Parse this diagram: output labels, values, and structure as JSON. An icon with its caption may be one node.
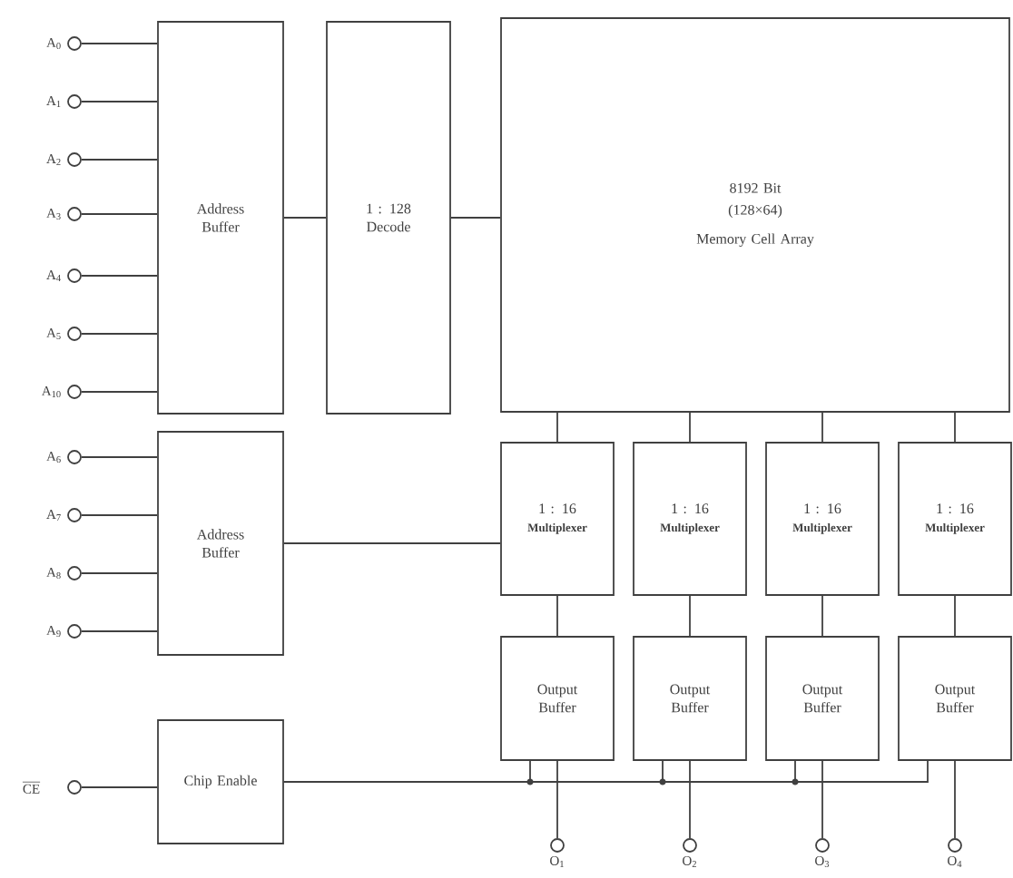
{
  "diagram": {
    "nodes": [
      {
        "text": [
          "Address Buffer"
        ]
      },
      {
        "text": [
          "1 : 128 Decode"
        ]
      },
      {
        "text": [
          "8192 Bit",
          "(128×64)",
          "Memory Cell Array"
        ]
      },
      {
        "text": [
          "Address Buffer"
        ]
      },
      {
        "text": [
          "1 : 16",
          "Multiplexer"
        ]
      },
      {
        "text": [
          "1 : 16",
          "Multiplexer"
        ]
      },
      {
        "text": [
          "1 : 16",
          "Multiplexer"
        ]
      },
      {
        "text": [
          "1 : 16",
          "Multiplexer"
        ]
      },
      {
        "text": [
          "Output Buffer"
        ]
      },
      {
        "text": [
          "Output Buffer"
        ]
      },
      {
        "text": [
          "Output Buffer"
        ]
      },
      {
        "text": [
          "Output Buffer"
        ]
      },
      {
        "text": [
          "Chip Enable"
        ]
      },
      {
        "text": [],
        "shape": "circle",
        "beside": [
          "A$_{0}$"
        ]
      },
      {
        "text": [],
        "shape": "circle",
        "beside": [
          "A$_{1}$"
        ]
      },
      {
        "text": [],
        "shape": "circle",
        "beside": [
          "A$_{2}$"
        ]
      },
      {
        "text": [],
        "shape": "circle",
        "beside": [
          "A$_{3}$"
        ]
      },
      {
        "text": [],
        "shape": "circle",
        "beside": [
          "A$_{4}$"
        ]
      },
      {
        "text": [],
        "shape": "circle",
        "beside": [
          "A$_{5}$"
        ]
      },
      {
        "text": [],
        "shape": "circle",
        "beside": [
          "A$_{10}$"
        ]
      },
      {
        "text": [],
        "shape": "circle",
        "beside": [
          "A$_{6}$"
        ]
      },
      {
        "text": [],
        "shape": "circle",
        "beside": [
          "A$_{7}$"
        ]
      },
      {
        "text": [],
        "shape": "circle",
        "beside": [
          "A$_{8}$"
        ]
      },
      {
        "text": [],
        "shape": "circle",
        "beside": [
          "A$_{9}$"
        ]
      },
      {
        "text": [],
        "shape": "circle",
        "beside": [
          "CE"
        ]
      },
      {
        "text": [],
        "shape": "circle",
        "beside": [
          "O$_{1}$"
        ]
      },
      {
        "text": [],
        "shape": "circle",
        "beside": [
          "O$_{2}$"
        ]
      },
      {
        "text": [],
        "shape": "circle",
        "beside": [
          "O$_{3}$"
        ]
      },
      {
        "text": [],
        "shape": "circle",
        "beside": [
          "O$_{4}$"
        ]
      }
    ],
    "edges": [
      {
        "from": 13,
        "to": 0,
        "arrow": "none"
      },
      {
        "from": 14,
        "to": 0,
        "arrow": "none"
      },
      {
        "from": 15,
        "to": 0,
        "arrow": "none"
      },
      {
        "from": 16,
        "to": 0,
        "arrow": "none"
      },
      {
        "from": 17,
        "to": 0,
        "arrow": "none"
      },
      {
        "from": 18,
        "to": 0,
        "arrow": "none"
      },
      {
        "from": 19,
        "to": 0,
        "arrow": "none"
      },
      {
        "from": 0,
        "to": 1,
        "arrow": "none"
      },
      {
        "from": 1,
        "to": 2,
        "arrow": "none"
      },
      {
        "from": 20,
        "to": 3,
        "arrow": "none"
      },
      {
        "from": 21,
        "to": 3,
        "arrow": "none"
      },
      {
        "from": 22,
        "to": 3,
        "arrow": "none"
      },
      {
        "from": 23,
        "to": 3,
        "arrow": "none"
      },
      {
        "from": 3,
        "to": 4,
        "arrow": "none"
      },
      {
        "from": 2,
        "to": 4,
        "arrow": "none"
      },
      {
        "from": 2,
        "to": 5,
        "arrow": "none"
      },
      {
        "from": 2,
        "to": 6,
        "arrow": "none"
      },
      {
        "from": 2,
        "to": 7,
        "arrow": "none"
      },
      {
        "from": 4,
        "to": 8,
        "arrow": "none"
      },
      {
        "from": 5,
        "to": 9,
        "arrow": "none"
      },
      {
        "from": 6,
        "to": 10,
        "arrow": "none"
      },
      {
        "from": 7,
        "to": 11,
        "arrow": "none"
      },
      {
        "from": 8,
        "to": 25,
        "arrow": "none"
      },
      {
        "from": 9,
        "to": 26,
        "arrow": "none"
      },
      {
        "from": 10,
        "to": 27,
        "arrow": "none"
      },
      {
        "from": 11,
        "to": 28,
        "arrow": "none"
      },
      {
        "from": 24,
        "to": 12,
        "arrow": "none"
      },
      {
        "from": 12,
        "to": 8,
        "arrow": "none"
      },
      {
        "from": 12,
        "to": 9,
        "arrow": "none"
      },
      {
        "from": 12,
        "to": 10,
        "arrow": "none"
      },
      {
        "from": 12,
        "to": 11,
        "arrow": "none"
      }
    ]
  }
}
